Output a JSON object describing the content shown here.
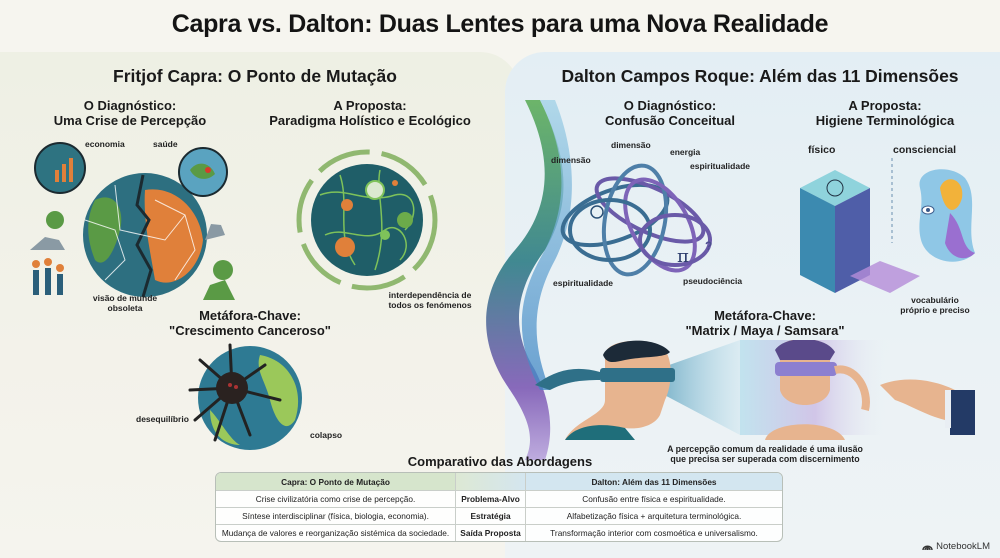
{
  "header": {
    "title": "Capra vs. Dalton: Duas Lentes para uma Nova Realidade"
  },
  "left_panel": {
    "title": "Fritjof Capra: O Ponto de Mutação",
    "diagnosis": {
      "title_line1": "O Diagnóstico:",
      "title_line2": "Uma Crise de Percepção",
      "labels": {
        "economia": "economia",
        "saude": "saúde",
        "visao_line1": "visão de munde",
        "visao_line2": "obsoleta"
      }
    },
    "proposal": {
      "title_line1": "A Proposta:",
      "title_line2": "Paradigma Holístico e Ecológico",
      "labels": {
        "interdep_line1": "interdependência de",
        "interdep_line2": "todos os fenómenos"
      }
    },
    "metaphor": {
      "title_line1": "Metáfora-Chave:",
      "title_line2": "\"Crescimento Canceroso\"",
      "labels": {
        "desequilibrio": "desequilíbrio",
        "colapso": "colapso"
      }
    }
  },
  "right_panel": {
    "title": "Dalton Campos Roque: Além das 11 Dimensões",
    "diagnosis": {
      "title_line1": "O Diagnóstico:",
      "title_line2": "Confusão Conceitual",
      "labels": {
        "dimensao_left": "dimensão",
        "dimensao_top": "dimensão",
        "energia": "energia",
        "espiritualidade_right": "espiritualidade",
        "espiritualidade_bottom": "espiritualidade",
        "pseudociencia": "pseudociência"
      }
    },
    "proposal": {
      "title_line1": "A Proposta:",
      "title_line2": "Higiene Terminológica",
      "labels": {
        "fisico": "físico",
        "consciencial": "consciencial",
        "vocab_line1": "vocabulário",
        "vocab_line2": "próprio e preciso"
      }
    },
    "metaphor": {
      "title_line1": "Metáfora-Chave:",
      "title_line2": "\"Matrix / Maya / Samsara\"",
      "caption_line1": "A percepção comum da realidade é uma ilusão",
      "caption_line2": "que precisa ser superada com discernimento"
    }
  },
  "comparison": {
    "title": "Comparativo das Abordagens",
    "headers": [
      "Capra: O Ponto de Mutação",
      "",
      "Dalton: Além das 11 Dimensões"
    ],
    "rows": [
      [
        "Crise civilizatória como crise de percepção.",
        "Problema-Alvo",
        "Confusão entre física e espiritualidade."
      ],
      [
        "Síntese interdisciplinar (física, biologia, economia).",
        "Estratégia",
        "Alfabetização física + arquitetura terminológica."
      ],
      [
        "Mudança de valores e reorganização sistémica da sociedade.",
        "Saída Proposta",
        "Transformação interior com cosmoética e universalismo."
      ]
    ]
  },
  "branding": {
    "label": "NotebookLM",
    "icon": "notebooklm-logo-icon"
  },
  "colors": {
    "left_bg": "#eef0e4",
    "right_bg": "#e3eef4",
    "green_accent": "#4f9a4a",
    "teal_accent": "#1f6e7a",
    "purple_accent": "#7b5fb0",
    "orange_accent": "#e07a34"
  }
}
